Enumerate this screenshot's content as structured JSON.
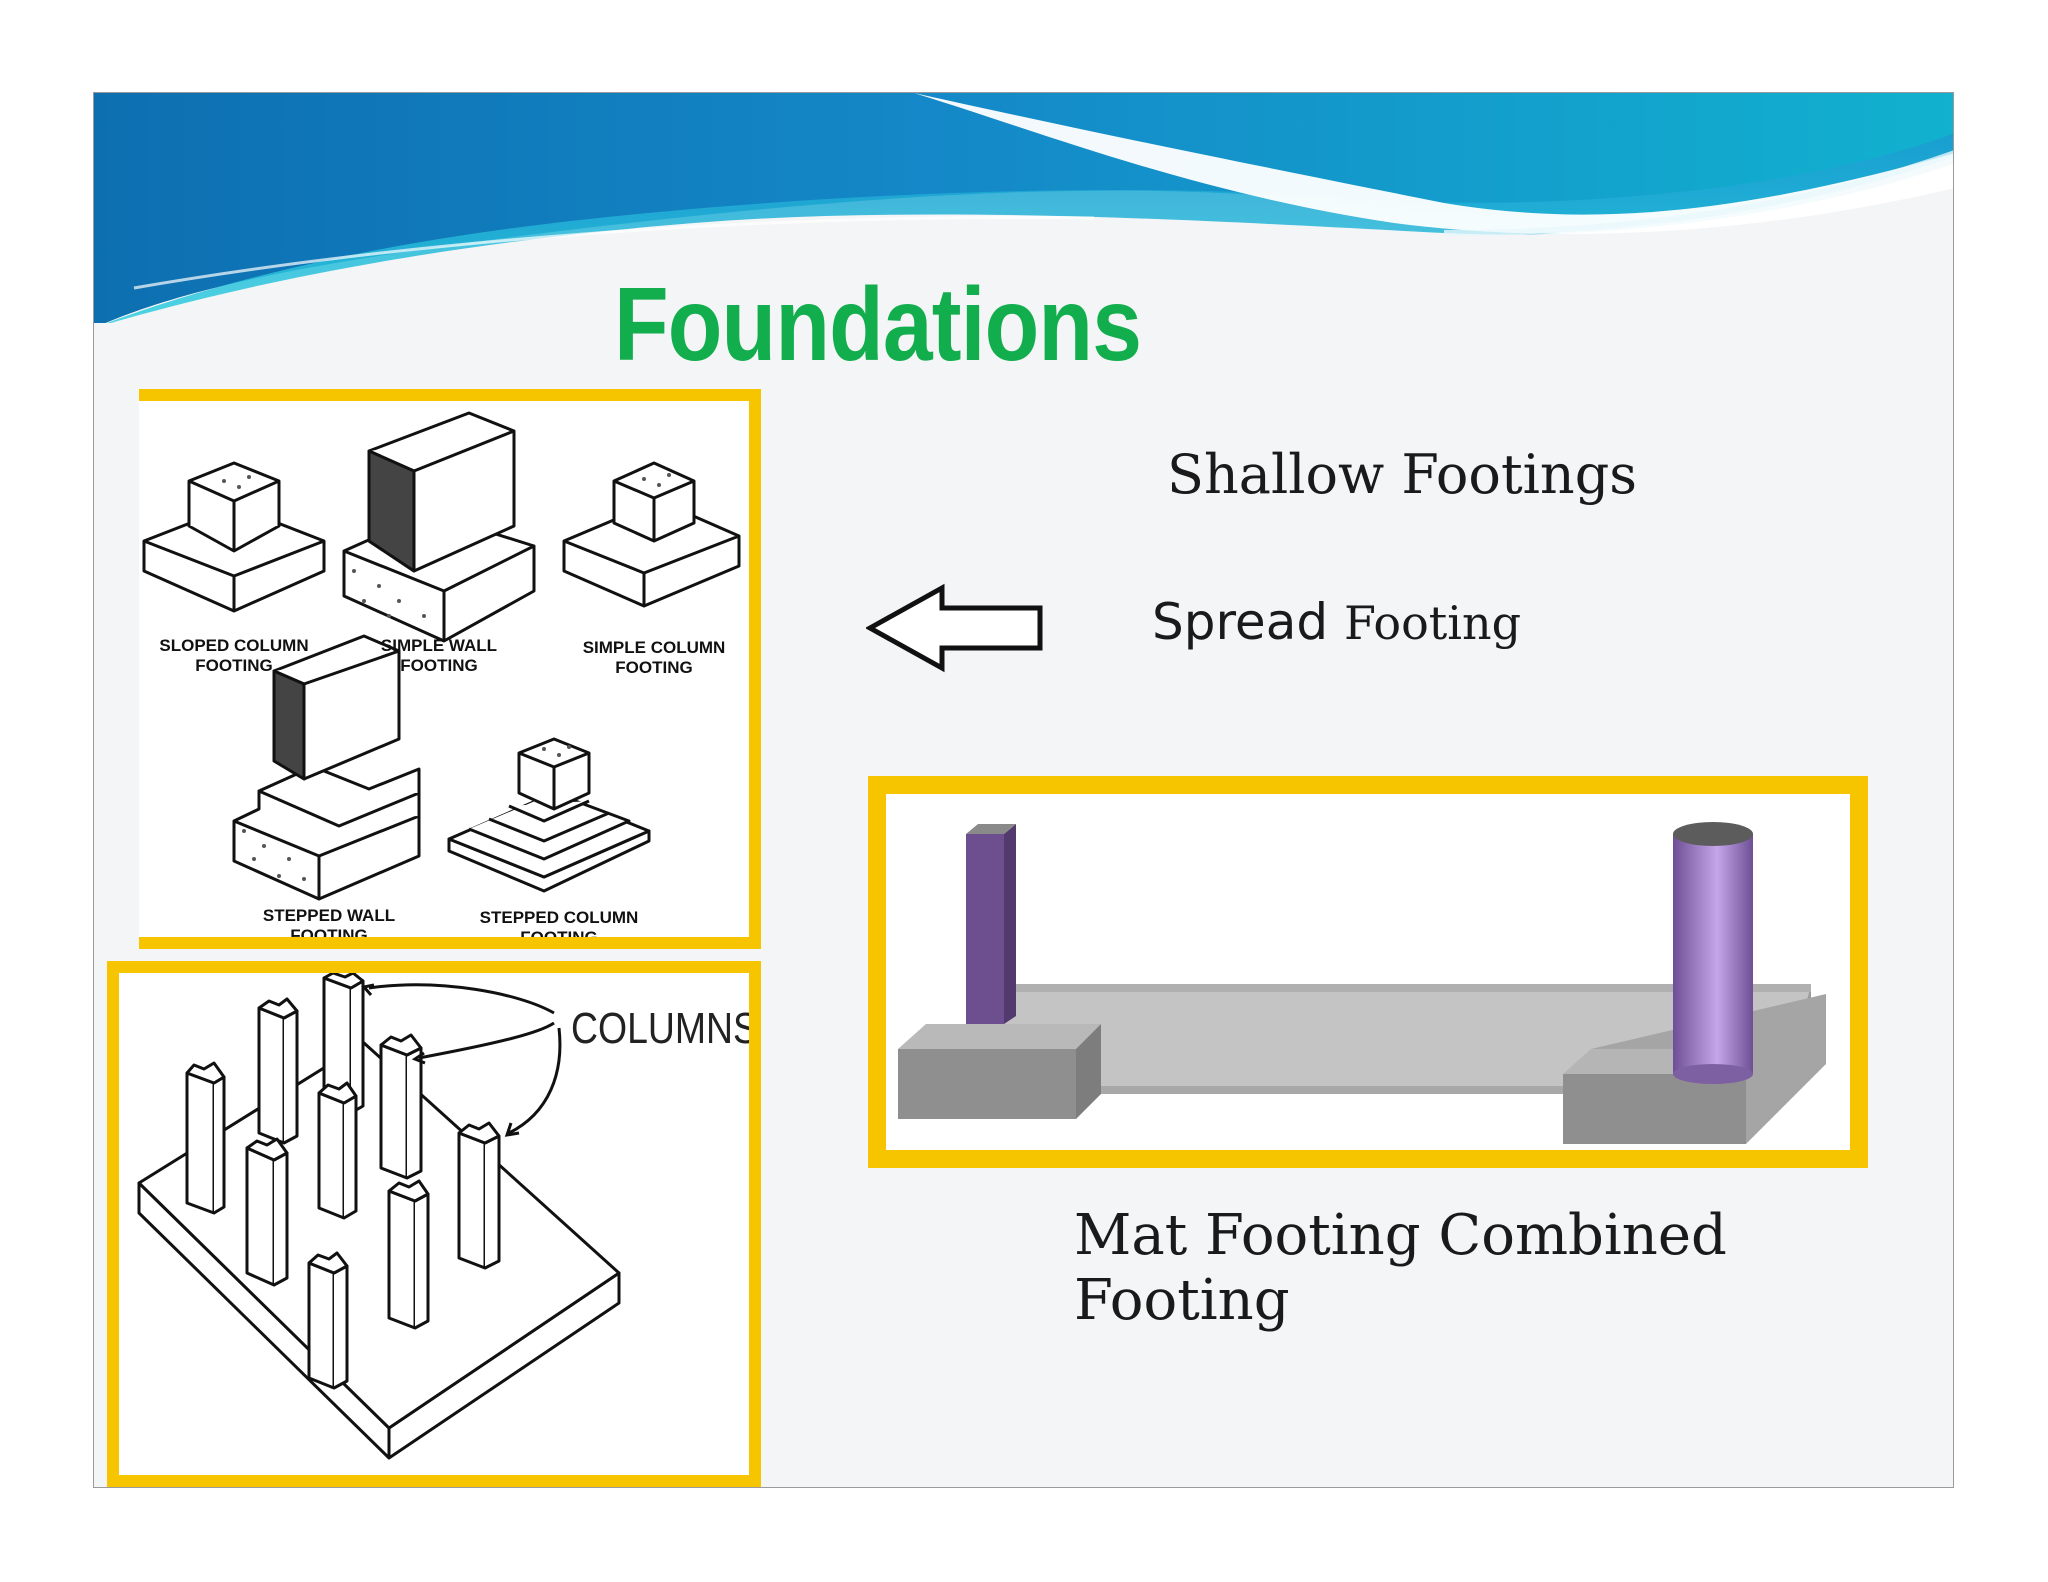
{
  "title": "Foundations",
  "shallow_footings": "Shallow Footings",
  "spread_word": "Spread",
  "spread_footing_word": "Footing",
  "bottom_caption": "Mat Footing Combined Footing",
  "spread_figure": {
    "captions": [
      [
        "SLOPED COLUMN",
        "FOOTING"
      ],
      [
        "SIMPLE WALL",
        "FOOTING"
      ],
      [
        "SIMPLE COLUMN",
        "FOOTING"
      ],
      [
        "STEPPED WALL",
        "FOOTING"
      ],
      [
        "STEPPED COLUMN",
        "FOOTING"
      ]
    ]
  },
  "mat_figure": {
    "label": "COLUMNS"
  },
  "colors": {
    "title_green": "#12ae4e",
    "frame_yellow": "#f7c500",
    "column_purple": "#7a5fa3",
    "slab_grey": "#bdbdbd",
    "banner_blue": "#1e88c9"
  },
  "icons": [
    "left-arrow-icon"
  ]
}
